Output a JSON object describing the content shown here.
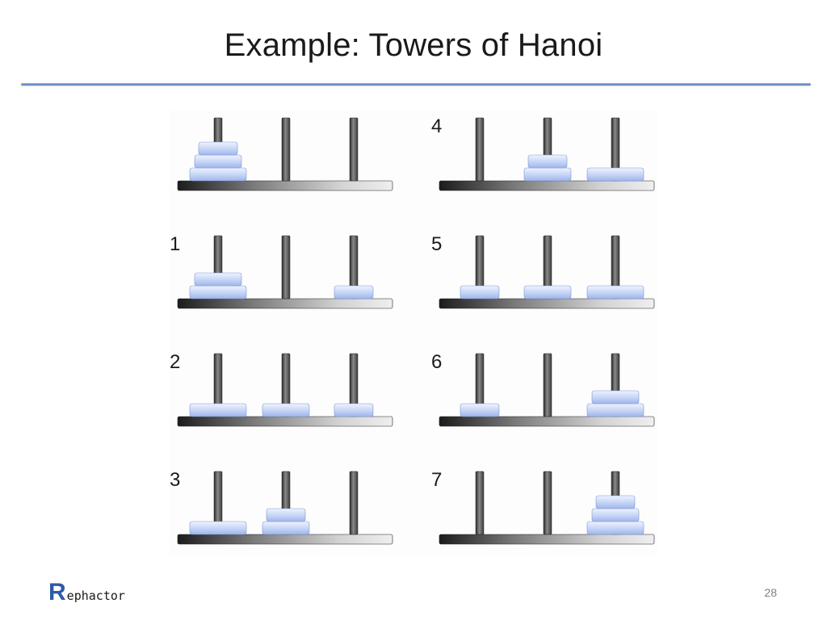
{
  "slide": {
    "title": "Example: Towers of Hanoi",
    "page_number": "28",
    "logo": {
      "initial": "R",
      "rest": "ephactor"
    }
  },
  "colors": {
    "disk_top": "#e6edfd",
    "disk_bottom": "#9fb6ec",
    "peg": "#555555",
    "base_dark": "#1c1c1c",
    "base_light": "#e4e4e4",
    "title_rule": "#5b82c0",
    "logo_accent": "#2f5aa8"
  },
  "diagram": {
    "disk_count": 3,
    "states": [
      {
        "label": "",
        "pegs": [
          [
            3,
            2,
            1
          ],
          [],
          []
        ]
      },
      {
        "label": "1",
        "pegs": [
          [
            3,
            2
          ],
          [],
          [
            1
          ]
        ]
      },
      {
        "label": "2",
        "pegs": [
          [
            3
          ],
          [
            2
          ],
          [
            1
          ]
        ]
      },
      {
        "label": "3",
        "pegs": [
          [
            3
          ],
          [
            2,
            1
          ],
          []
        ]
      },
      {
        "label": "4",
        "pegs": [
          [],
          [
            2,
            1
          ],
          [
            3
          ]
        ]
      },
      {
        "label": "5",
        "pegs": [
          [
            1
          ],
          [
            2
          ],
          [
            3
          ]
        ]
      },
      {
        "label": "6",
        "pegs": [
          [
            1
          ],
          [],
          [
            3,
            2
          ]
        ]
      },
      {
        "label": "7",
        "pegs": [
          [],
          [],
          [
            3,
            2,
            1
          ]
        ]
      }
    ]
  }
}
